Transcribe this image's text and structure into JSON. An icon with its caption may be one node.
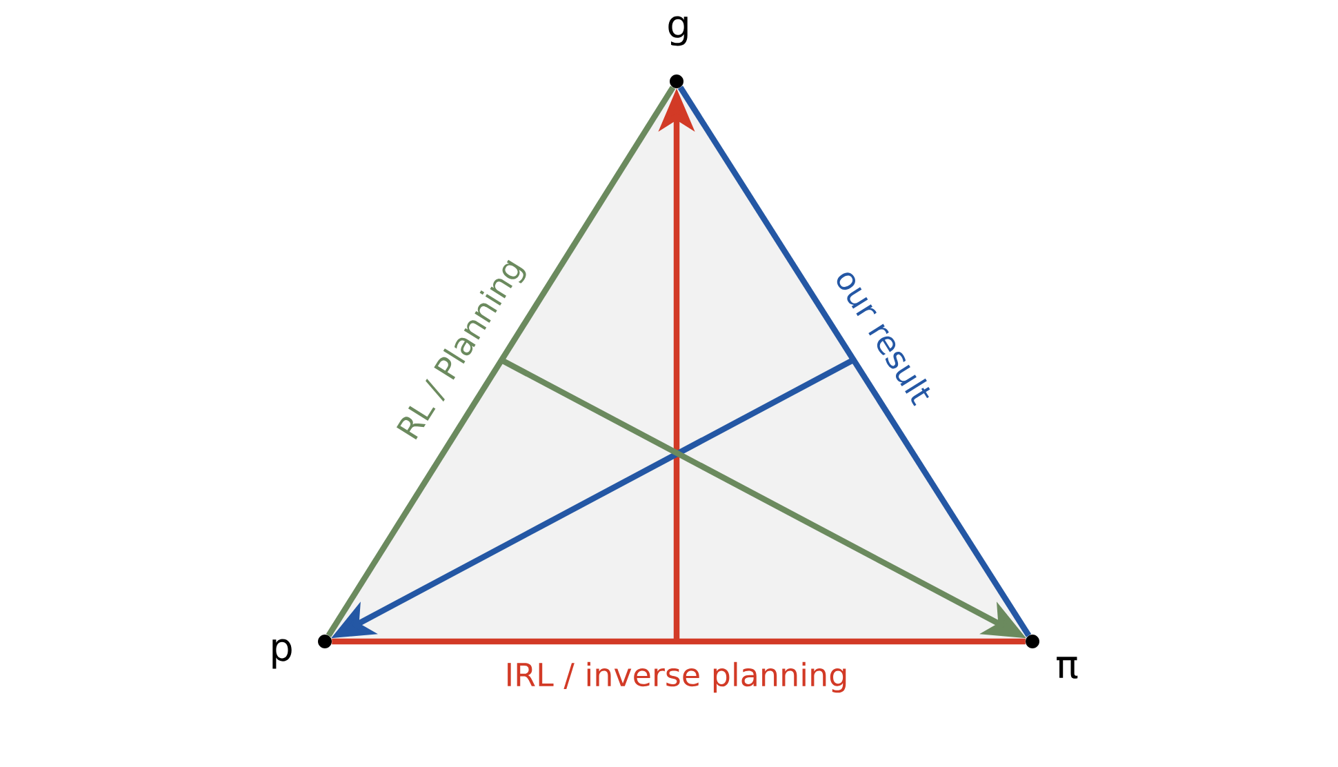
{
  "diagram": {
    "nodes": [
      {
        "text": [],
        "shape": "circle",
        "beside": [
          "g"
        ]
      },
      {
        "text": [],
        "shape": "circle",
        "beside": [
          "p"
        ]
      },
      {
        "text": [],
        "shape": "circle",
        "beside": [
          "π"
        ]
      }
    ],
    "edges": [
      {
        "from": 1,
        "to": 2,
        "arrow": "none",
        "color": "#d23a26",
        "label": "IRL / inverse planning"
      },
      {
        "from": null,
        "to": 0,
        "arrow": "to",
        "color": "#d23a26"
      },
      {
        "from": 2,
        "to": 0,
        "arrow": "none",
        "color": "#2457a4",
        "label": "our result"
      },
      {
        "from": null,
        "to": 1,
        "arrow": "to",
        "color": "#2457a4"
      },
      {
        "from": 1,
        "to": 0,
        "arrow": "none",
        "color": "#6b8a5e",
        "label": "RL / Planning"
      },
      {
        "from": null,
        "to": 2,
        "arrow": "to",
        "color": "#6b8a5e"
      }
    ]
  }
}
